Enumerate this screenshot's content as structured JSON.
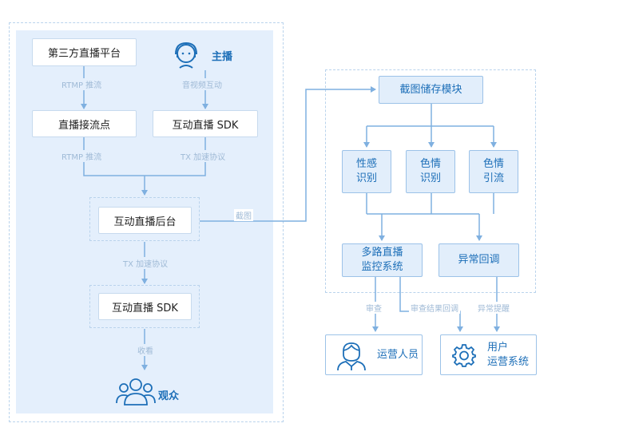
{
  "left": {
    "third_party_platform": "第三方直播平台",
    "anchor": "主播",
    "rtmp_push_1": "RTMP 推流",
    "av_interact": "音视频互动",
    "live_access_point": "直播接流点",
    "interactive_sdk_top": "互动直播 SDK",
    "rtmp_push_2": "RTMP 推流",
    "tx_accel_1": "TX 加速协议",
    "backend": "互动直播后台",
    "tx_accel_2": "TX 加速协议",
    "interactive_sdk_bottom": "互动直播 SDK",
    "watch": "收看",
    "audience": "观众"
  },
  "screenshot_label": "截图",
  "right": {
    "storage_module": "截图储存模块",
    "recog_sexy_1": "性感",
    "recog_sexy_2": "识别",
    "recog_porn_1": "色情",
    "recog_porn_2": "识别",
    "recog_lure_1": "色情",
    "recog_lure_2": "引流",
    "monitor_1": "多路直播",
    "monitor_2": "监控系统",
    "callback": "异常回调"
  },
  "bottom": {
    "review": "审查",
    "review_callback": "审查结果回调",
    "alert": "异常提醒",
    "operators": "运营人员",
    "user_sys_1": "用户",
    "user_sys_2": "运营系统"
  },
  "colors": {
    "accent": "#1d6fb8",
    "line": "#7fb0e0",
    "panel": "#e4effc"
  }
}
